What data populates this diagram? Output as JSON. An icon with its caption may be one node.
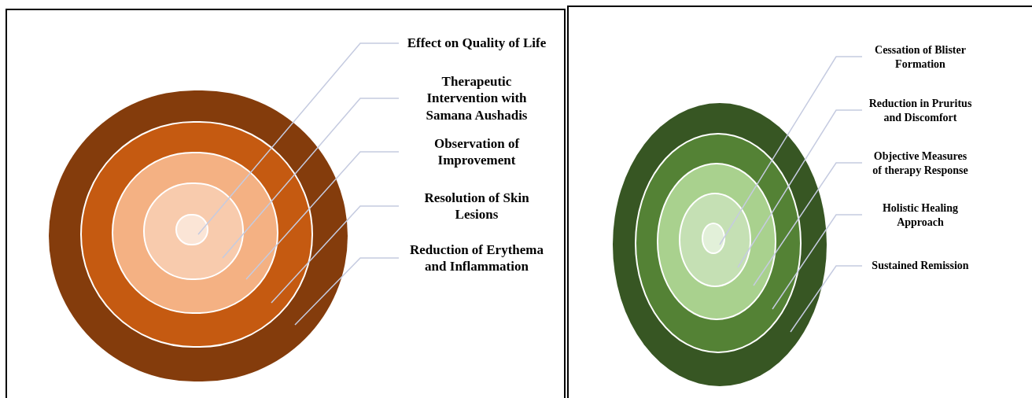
{
  "diagram": {
    "nodes": [
      {
        "text": [
          "Effect on Quality of Life"
        ]
      },
      {
        "text": [
          "Therapeutic Intervention with Samana Aushadis"
        ]
      },
      {
        "text": [
          "Observation of Improvement"
        ]
      },
      {
        "text": [
          "Resolution of Skin Lesions"
        ]
      },
      {
        "text": [
          "Reduction of Erythema and Inflammation"
        ]
      },
      {
        "text": [],
        "shape": "circle"
      },
      {
        "text": [],
        "shape": "circle",
        "in": 5
      },
      {
        "text": [],
        "shape": "circle",
        "in": 6
      },
      {
        "text": [],
        "shape": "circle",
        "in": 7
      },
      {
        "text": [],
        "shape": "circle",
        "in": 8
      },
      {
        "text": [
          "Cessation of Blister Formation"
        ]
      },
      {
        "text": [
          "Reduction in Pruritus and Discomfort"
        ]
      },
      {
        "text": [
          "Objective Measures of therapy Response"
        ]
      },
      {
        "text": [
          "Holistic Healing Approach"
        ]
      },
      {
        "text": [
          "Sustained Remission"
        ]
      },
      {
        "text": [],
        "shape": "ellipse"
      },
      {
        "text": [],
        "shape": "ellipse",
        "in": 15
      },
      {
        "text": [],
        "shape": "ellipse",
        "in": 16
      },
      {
        "text": [],
        "shape": "ellipse",
        "in": 17
      },
      {
        "text": [],
        "shape": "ellipse",
        "in": 18
      }
    ],
    "edges": [
      {
        "from": 0,
        "to": 9,
        "arrow": "none"
      },
      {
        "from": 1,
        "to": 8,
        "arrow": "none"
      },
      {
        "from": 2,
        "to": 7,
        "arrow": "none"
      },
      {
        "from": 3,
        "to": 6,
        "arrow": "none"
      },
      {
        "from": 4,
        "to": 5,
        "arrow": "none"
      },
      {
        "from": 10,
        "to": 19,
        "arrow": "none"
      },
      {
        "from": 11,
        "to": 18,
        "arrow": "none"
      },
      {
        "from": 12,
        "to": 17,
        "arrow": "none"
      },
      {
        "from": 13,
        "to": 16,
        "arrow": "none"
      },
      {
        "from": 14,
        "to": 15,
        "arrow": "none"
      }
    ]
  }
}
